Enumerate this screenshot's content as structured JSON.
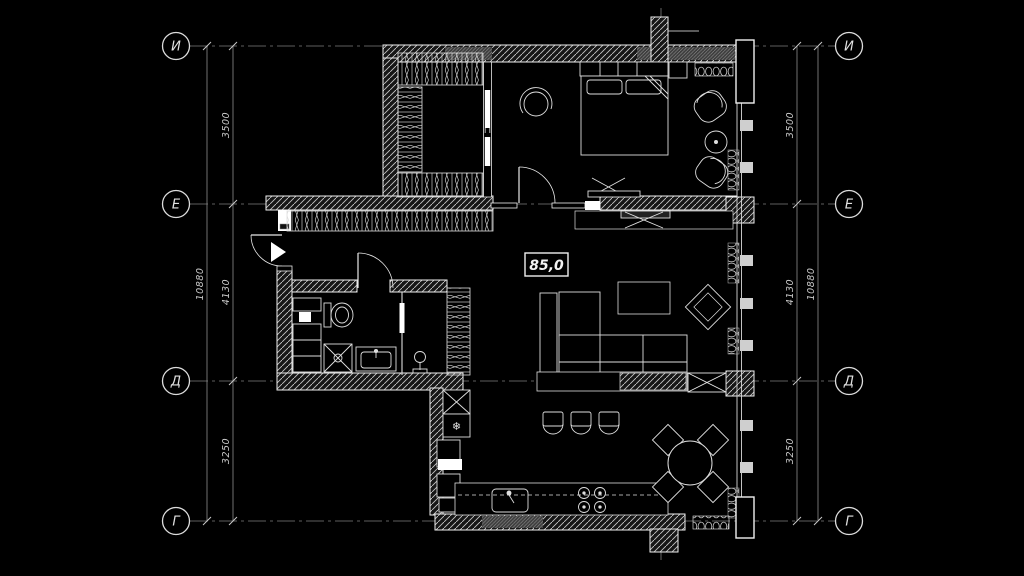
{
  "grid_axes": [
    "И",
    "Е",
    "Д",
    "Г"
  ],
  "dimensions": {
    "segments": [
      "3500",
      "4130",
      "3250"
    ],
    "overall": "10880"
  },
  "area_label": "85,0",
  "symbols": {
    "snowflake": "❄"
  },
  "colors": {
    "background": "#000000",
    "wall_line": "#f0f0f0",
    "grid_line": "#858585",
    "dim_text": "#c9c9c9"
  }
}
